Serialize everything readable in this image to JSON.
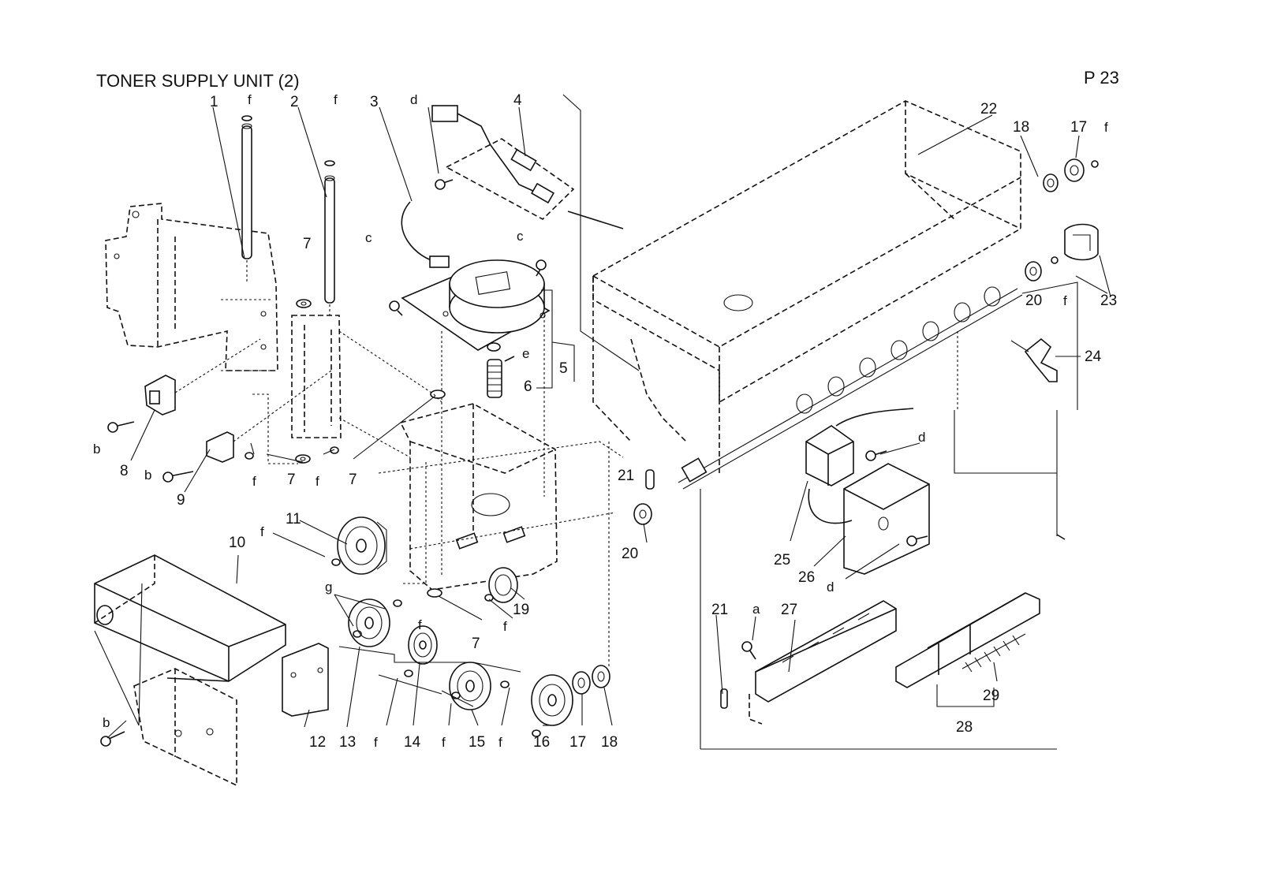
{
  "header": {
    "title": "TONER SUPPLY UNIT (2)",
    "page_number": "P 23"
  },
  "callouts": {
    "n1": "1",
    "n2": "2",
    "n3": "3",
    "n4": "4",
    "n5": "5",
    "n6": "6",
    "n7": "7",
    "n8": "8",
    "n9": "9",
    "n10": "10",
    "n11": "11",
    "n12": "12",
    "n13": "13",
    "n14": "14",
    "n15": "15",
    "n16": "16",
    "n17": "17",
    "n18": "18",
    "n19": "19",
    "n20": "20",
    "n21": "21",
    "n22": "22",
    "n23": "23",
    "n24": "24",
    "n25": "25",
    "n26": "26",
    "n27": "27",
    "n28": "28",
    "n29": "29",
    "a": "a",
    "b": "b",
    "c": "c",
    "d": "d",
    "e": "e",
    "f": "f",
    "g": "g"
  }
}
